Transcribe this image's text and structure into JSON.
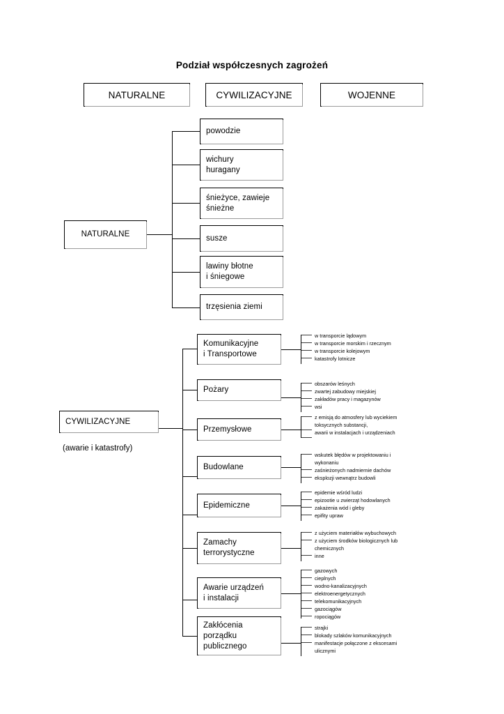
{
  "title": "Podział współczesnych zagrożeń",
  "top_level": [
    {
      "label": "NATURALNE"
    },
    {
      "label": "CYWILIZACYJNE"
    },
    {
      "label": "WOJENNE"
    }
  ],
  "natural": {
    "root_label": "NATURALNE",
    "children": [
      {
        "label": "powodzie"
      },
      {
        "label": "wichury\nhuragany"
      },
      {
        "label": "śnieżyce, zawieje\nśnieżne"
      },
      {
        "label": "susze"
      },
      {
        "label": "lawiny błotne\ni śniegowe"
      },
      {
        "label": "trzęsienia ziemi"
      }
    ]
  },
  "civilizational": {
    "root_label": "CYWILIZACYJNE",
    "root_caption": "(awarie i katastrofy)",
    "children": [
      {
        "label": "Komunikacyjne\ni Transportowe",
        "details": "w transporcie lądowym\nw transporcie morskim i rzecznym\nw transporcie kolejowym\nkatastrofy lotnicze",
        "detail_count": 4
      },
      {
        "label": "Pożary",
        "details": "obszarów leśnych\nzwartej zabudowy miejskiej\nzakładów pracy i magazynów\nwsi",
        "detail_count": 4
      },
      {
        "label": "Przemysłowe",
        "details": "z emisją do atmosfery lub wyciekiem\ntoksycznych substancji,\nawarii w instalacjach i urządzeniach",
        "detail_count": 3
      },
      {
        "label": "Budowlane",
        "details": "wskutek błędów w projektowaniu i\nwykonaniu\nzaśnieżonych nadmiernie dachów\neksplozji wewnątrz budowli",
        "detail_count": 4
      },
      {
        "label": "Epidemiczne",
        "details": "epidemie wśród ludzi\nepizootie u zwierząt hodowlanych\nzakażenia wód i gleby\nepifity upraw",
        "detail_count": 4
      },
      {
        "label": "Zamachy\nterrorystyczne",
        "details": "z użyciem materiałów wybuchowych\nz użyciem środków biologicznych lub\nchemicznych\ninne",
        "detail_count": 4
      },
      {
        "label": "Awarie urządzeń\ni instalacji",
        "details": "gazowych\ncieplnych\nwodno-kanalizacyjnych\nelektroenergetycznych\ntelekomunikacyjnych\ngazociągów\nropociągów",
        "detail_count": 7
      },
      {
        "label": "Zakłócenia\nporządku\npubliczne­go",
        "details": "strajki\nblokady szlaków komunikacyjnych\nmanifestacje połączone z ekscesami\nulicznymi",
        "detail_count": 4
      }
    ]
  },
  "colors": {
    "line": "#000000",
    "box_border": "#000000",
    "background": "#ffffff",
    "shadow": "#9a9a9a"
  }
}
